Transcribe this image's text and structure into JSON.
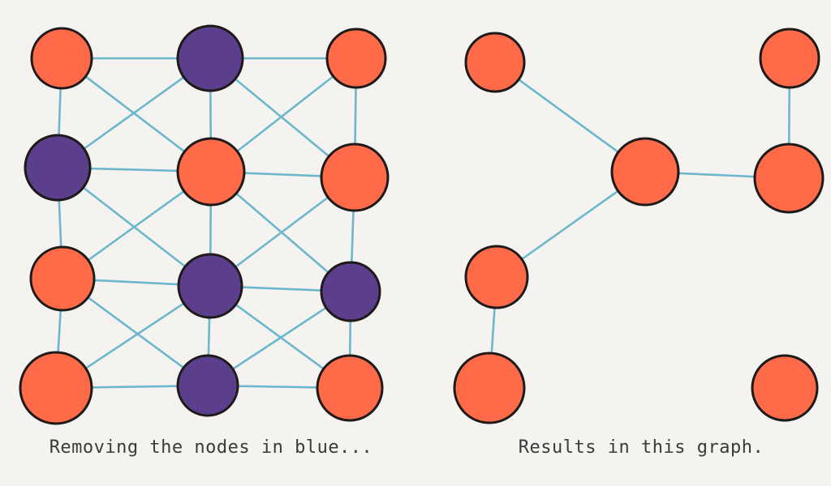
{
  "captions": {
    "left": "Removing the nodes in blue...",
    "right": "Results in this graph."
  },
  "colors": {
    "background": "#f4f3f0",
    "kept_node": "#ff6a48",
    "removed_node": "#5b3f8c",
    "node_outline": "#1e1a1a",
    "edge": "#6db7cc"
  },
  "graphs": {
    "before": {
      "nodes": [
        {
          "id": "a1",
          "removed": false
        },
        {
          "id": "a2",
          "removed": true
        },
        {
          "id": "a3",
          "removed": false
        },
        {
          "id": "b1",
          "removed": true
        },
        {
          "id": "b2",
          "removed": false
        },
        {
          "id": "b3",
          "removed": false
        },
        {
          "id": "c1",
          "removed": false
        },
        {
          "id": "c2",
          "removed": true
        },
        {
          "id": "c3",
          "removed": true
        },
        {
          "id": "d1",
          "removed": false
        },
        {
          "id": "d2",
          "removed": true
        },
        {
          "id": "d3",
          "removed": false
        }
      ],
      "edges": [
        [
          "a1",
          "a2"
        ],
        [
          "a2",
          "a3"
        ],
        [
          "b1",
          "b2"
        ],
        [
          "b2",
          "b3"
        ],
        [
          "c1",
          "c2"
        ],
        [
          "c2",
          "c3"
        ],
        [
          "d1",
          "d2"
        ],
        [
          "d2",
          "d3"
        ],
        [
          "a1",
          "b1"
        ],
        [
          "b1",
          "c1"
        ],
        [
          "c1",
          "d1"
        ],
        [
          "a2",
          "b2"
        ],
        [
          "b2",
          "c2"
        ],
        [
          "c2",
          "d2"
        ],
        [
          "a3",
          "b3"
        ],
        [
          "b3",
          "c3"
        ],
        [
          "c3",
          "d3"
        ],
        [
          "a1",
          "b2"
        ],
        [
          "a2",
          "b1"
        ],
        [
          "a2",
          "b3"
        ],
        [
          "a3",
          "b2"
        ],
        [
          "b1",
          "c2"
        ],
        [
          "b2",
          "c1"
        ],
        [
          "b2",
          "c3"
        ],
        [
          "b3",
          "c2"
        ],
        [
          "c1",
          "d2"
        ],
        [
          "c2",
          "d1"
        ],
        [
          "c2",
          "d3"
        ],
        [
          "c3",
          "d2"
        ]
      ]
    },
    "after": {
      "nodes": [
        {
          "id": "a1"
        },
        {
          "id": "a3"
        },
        {
          "id": "b2"
        },
        {
          "id": "b3"
        },
        {
          "id": "c1"
        },
        {
          "id": "d1"
        },
        {
          "id": "d3"
        }
      ],
      "edges": [
        [
          "a1",
          "b2"
        ],
        [
          "a3",
          "b3"
        ],
        [
          "b2",
          "b3"
        ],
        [
          "b2",
          "c1"
        ],
        [
          "c1",
          "d1"
        ]
      ]
    }
  }
}
